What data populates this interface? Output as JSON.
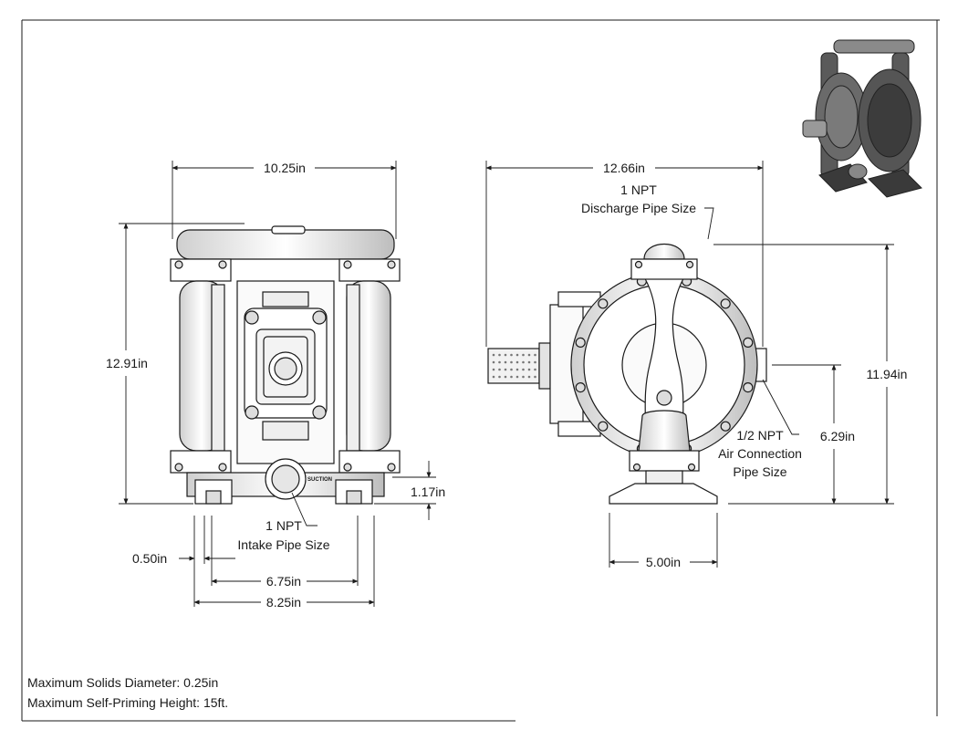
{
  "front_view": {
    "width_dim": "10.25in",
    "height_dim": "12.91in",
    "base_height_dim": "1.17in",
    "offset_dim": "0.50in",
    "bolt_span_dim": "6.75in",
    "base_width_dim": "8.25in",
    "intake_callout": {
      "line1": "1 NPT",
      "line2": "Intake Pipe Size"
    },
    "suction_label": "SUCTION"
  },
  "side_view": {
    "depth_dim": "12.66in",
    "height_dim": "11.94in",
    "air_height_dim": "6.29in",
    "base_depth_dim": "5.00in",
    "discharge_callout": {
      "line1": "1 NPT",
      "line2": "Discharge Pipe Size"
    },
    "air_callout": {
      "line1": "1/2 NPT",
      "line2": "Air Connection",
      "line3": "Pipe Size"
    }
  },
  "notes": {
    "solids": "Maximum Solids Diameter: 0.25in",
    "priming": "Maximum Self-Priming Height: 15ft."
  },
  "colors": {
    "line": "#1a1a1a",
    "fill": "#ffffff",
    "shade": "#d9d9d9",
    "render_dark": "#4a4a4a"
  }
}
